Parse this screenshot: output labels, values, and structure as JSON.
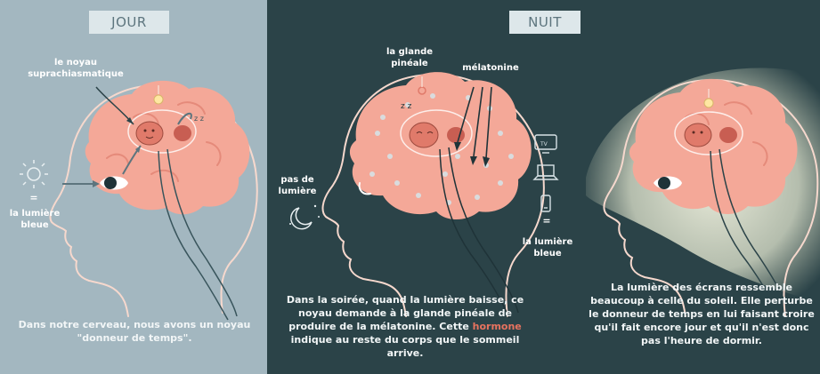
{
  "day": {
    "tag": "JOUR",
    "scn_label": "le noyau\nsuprachiasmatique",
    "light_label": "la lumière\nbleue",
    "equals": "=",
    "caption": "Dans notre cerveau, nous avons un noyau \"donneur de temps\"."
  },
  "night": {
    "tag": "NUIT",
    "pineal_label": "la glande\npinéale",
    "melatonin_label": "mélatonine",
    "no_light_label": "pas de\nlumière",
    "tv_label": "TV",
    "equals": "=",
    "screen_light_label": "la lumière\nbleue",
    "caption_pre": "Dans la soirée, quand la lumière baisse, ce noyau demande à la glande pinéale de produire de la mélatonine. Cette ",
    "caption_hl": "hormone",
    "caption_post": " indique au reste du corps que le sommeil arrive.",
    "caption_right": "La lumière des écrans ressemble beaucoup à celle du soleil. Elle perturbe le donneur de temps en lui faisant croire qu'il fait encore jour et qu'il n'est donc pas l'heure de dormir."
  },
  "colors": {
    "day_bg": "#a3b7c0",
    "night_bg": "#2b4348",
    "brain": "#f4a898",
    "brain_dark": "#e58a7a",
    "highlight": "#e8735f"
  },
  "icons": [
    "sun-icon",
    "eye-icon",
    "moon-icon",
    "tv-icon",
    "laptop-icon",
    "phone-icon",
    "arrow-icon"
  ]
}
